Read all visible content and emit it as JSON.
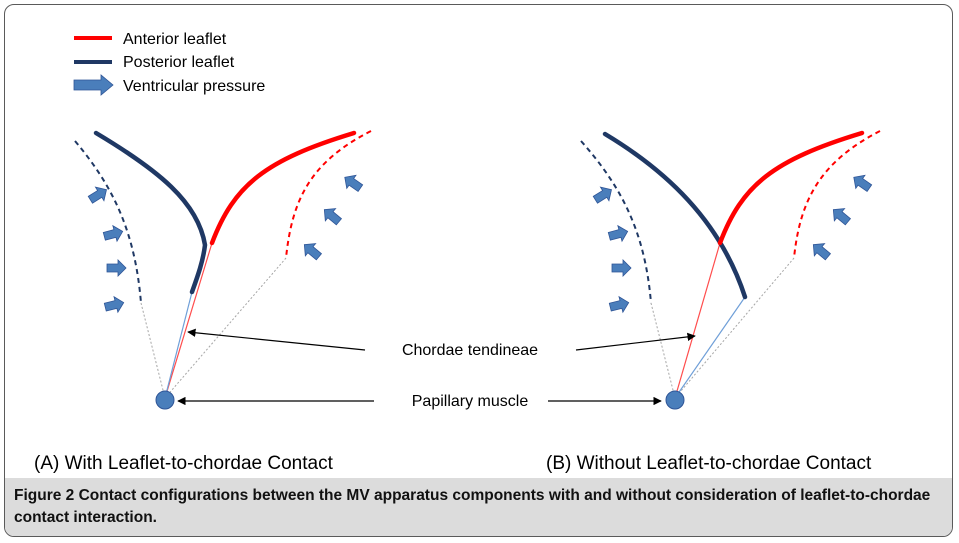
{
  "legend": {
    "items": [
      {
        "label": "Anterior leaflet",
        "color": "#ff0000",
        "kind": "line"
      },
      {
        "label": "Posterior leaflet",
        "color": "#1f3864",
        "kind": "line"
      },
      {
        "label": "Ventricular pressure",
        "color": "#4a7ebb",
        "kind": "arrow"
      }
    ]
  },
  "annotations": {
    "chordae": "Chordae tendineae",
    "papillary": "Papillary muscle"
  },
  "panels": {
    "a": {
      "label": "(A) With Leaflet-to-chordae Contact"
    },
    "b": {
      "label": "(B) Without Leaflet-to-chordae Contact"
    }
  },
  "caption": {
    "lead": "Figure 2",
    "text": " Contact configurations between the MV apparatus components with and without consideration of leaflet-to-chordae contact interaction."
  },
  "colors": {
    "anterior": "#ff0000",
    "posterior": "#1f3864",
    "pressure_arrow": "#4a7ebb",
    "papillary": "#4a7ebb",
    "chordae_anterior": "#ff4d4d",
    "chordae_posterior": "#6f9fd8",
    "dotted": "#a6a6a6",
    "caption_bg": "#dcdcdc"
  }
}
